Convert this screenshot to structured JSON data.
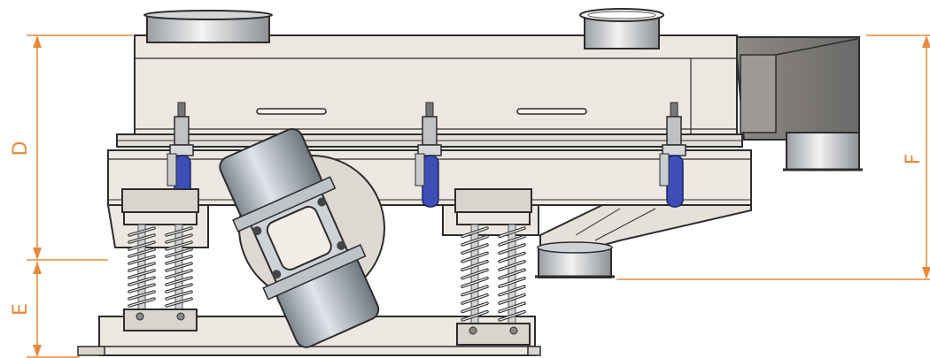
{
  "dimensions": {
    "d": "D",
    "e": "E",
    "f": "F"
  },
  "colors": {
    "dimension": "#e8893a",
    "body": "#ece7e1",
    "outline": "#2c2c2c",
    "metal": "#b9bcc0",
    "clamp": "#3d4fb7",
    "hood": "#7c7a77"
  }
}
